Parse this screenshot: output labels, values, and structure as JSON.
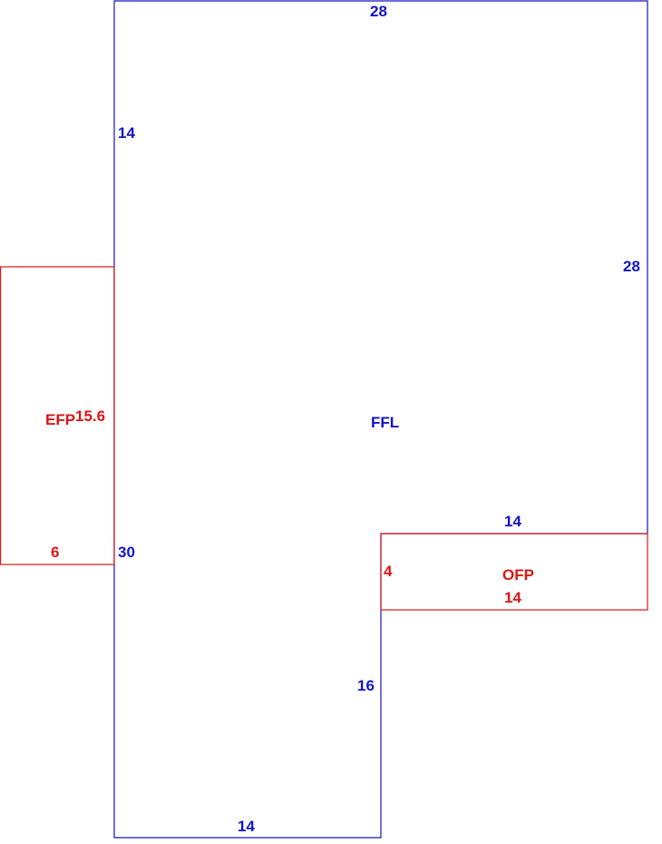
{
  "colors": {
    "main_outline": "#1414c8",
    "addition_outline": "#dc1414",
    "background": "#ffffff"
  },
  "areas": {
    "main": {
      "code": "FFL",
      "dims": {
        "top": "28",
        "left_upper": "14",
        "right": "28",
        "notch_top": "14",
        "left_lower": "30",
        "notch_side": "16",
        "bottom": "14"
      }
    },
    "left_addition": {
      "code": "EFP",
      "dims": {
        "side": "15.6",
        "bottom": "6"
      }
    },
    "right_addition": {
      "code": "OFP",
      "dims": {
        "side": "4",
        "bottom": "14"
      }
    }
  }
}
